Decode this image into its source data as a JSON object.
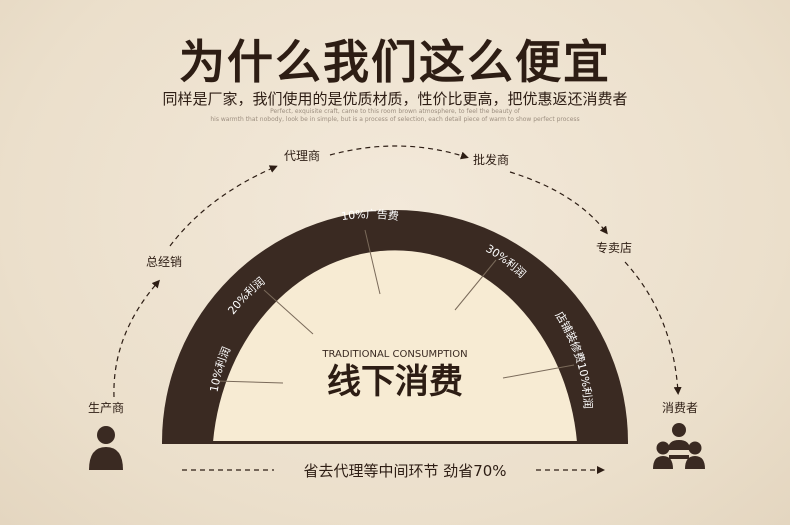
{
  "header": {
    "title": "为什么我们这么便宜",
    "subtitle": "同样是厂家，我们使用的是优质材质，性价比更高，把优惠返还消费者",
    "tagline_1": "Perfect, exquisite craft, came to this room brown atmosphere, to feel the beauty of",
    "tagline_2": "his warmth that nobody, look be in simple, but is a process of selection, each detail piece of warm to show perfect process"
  },
  "chain": {
    "producer": "生产商",
    "distributor": "总经销",
    "agent": "代理商",
    "wholesaler": "批发商",
    "store": "专卖店",
    "consumer": "消费者"
  },
  "arch": {
    "segments": [
      "10%利润",
      "20%利润",
      "10%广告费",
      "30%利润",
      "店铺装修费10%利润"
    ],
    "subtitle_en": "TRADITIONAL CONSUMPTION",
    "center_title": "线下消费"
  },
  "footer": {
    "savings": "省去代理等中间环节 劲省70%"
  },
  "colors": {
    "arch": "#3a2a22",
    "inner": "#f7ebd3",
    "text_dark": "#2d1d14"
  },
  "icons": [
    "person-icon",
    "group-icon"
  ]
}
